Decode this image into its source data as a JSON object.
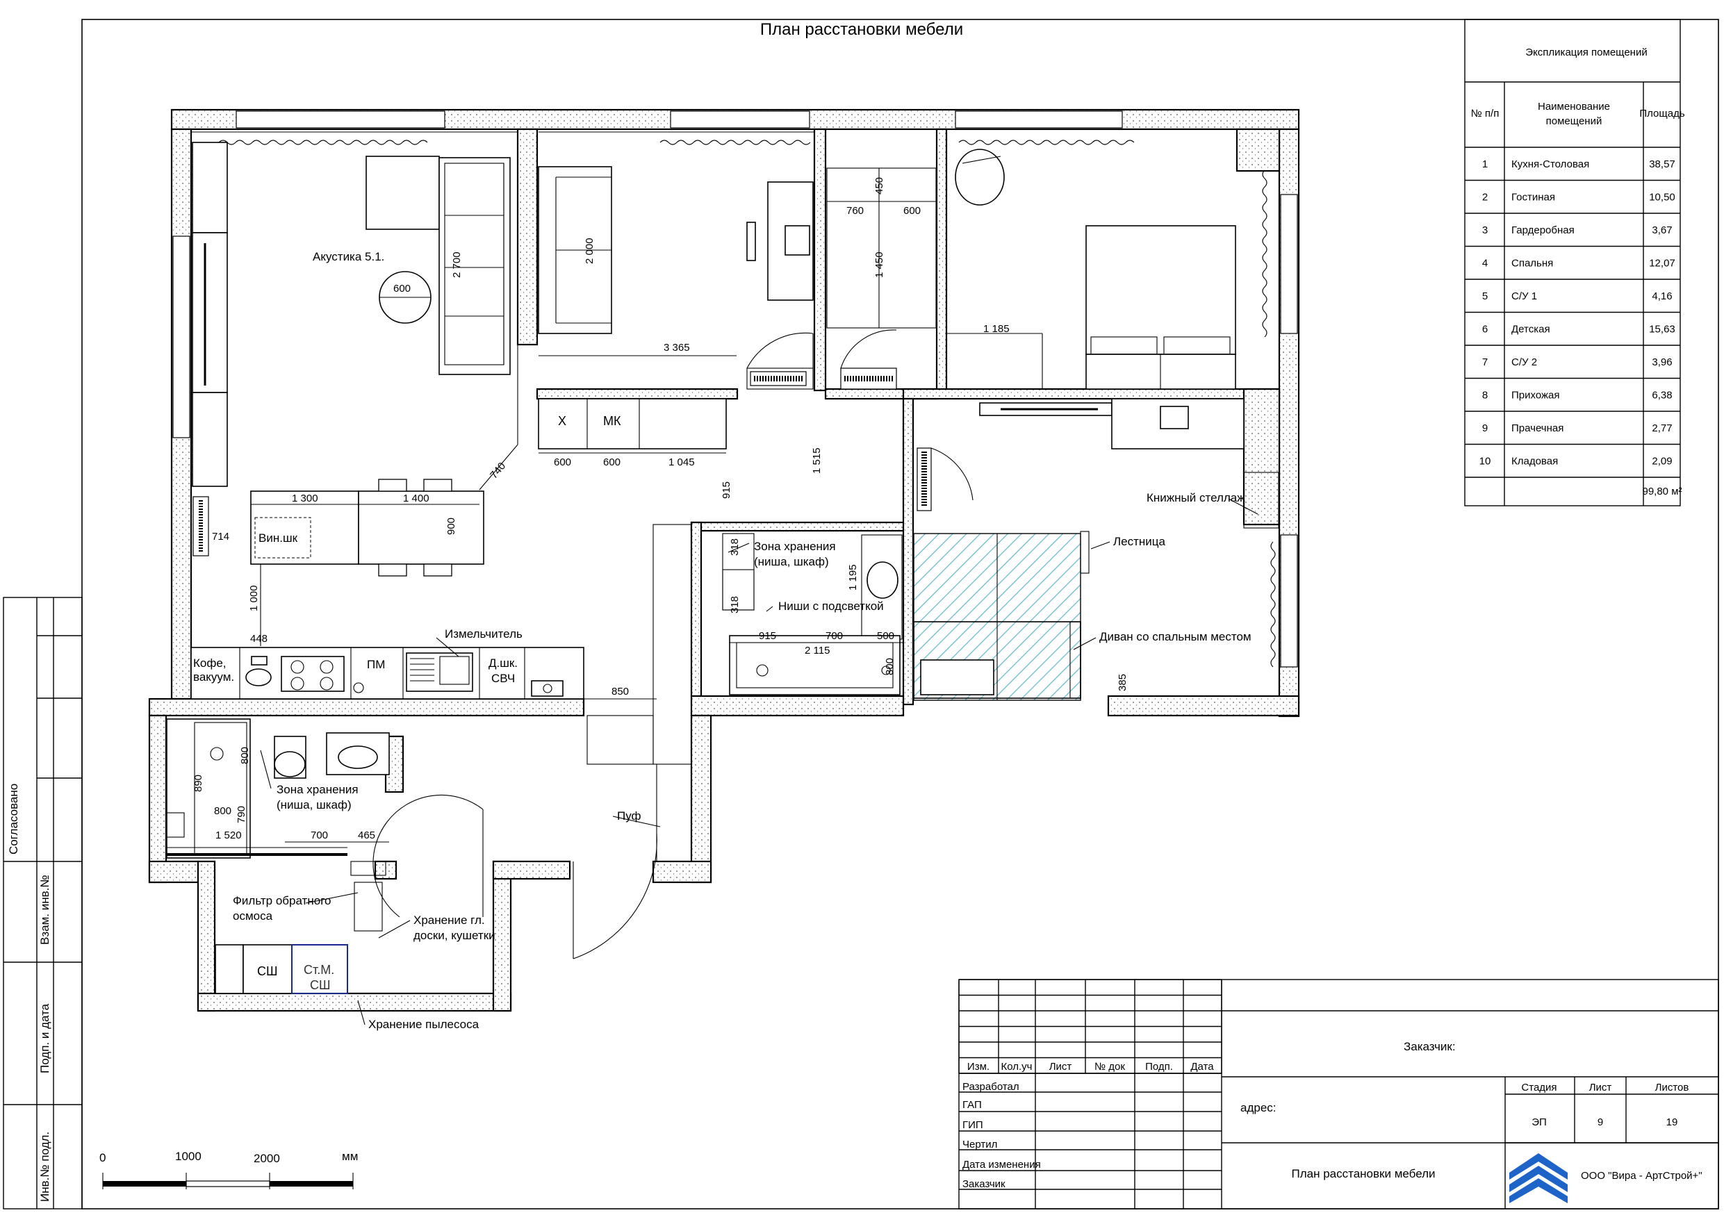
{
  "title": "План расстановки мебели",
  "explication": {
    "title": "Экспликация помещений",
    "headers": [
      "№ п/п",
      "Наименование помещений",
      "Площадь"
    ],
    "rows": [
      {
        "n": "1",
        "name": "Кухня-Столовая",
        "area": "38,57"
      },
      {
        "n": "2",
        "name": "Гостиная",
        "area": "10,50"
      },
      {
        "n": "3",
        "name": "Гардеробная",
        "area": "3,67"
      },
      {
        "n": "4",
        "name": "Спальня",
        "area": "12,07"
      },
      {
        "n": "5",
        "name": "С/У 1",
        "area": "4,16"
      },
      {
        "n": "6",
        "name": "Детская",
        "area": "15,63"
      },
      {
        "n": "7",
        "name": "С/У 2",
        "area": "3,96"
      },
      {
        "n": "8",
        "name": "Прихожая",
        "area": "6,38"
      },
      {
        "n": "9",
        "name": "Прачечная",
        "area": "2,77"
      },
      {
        "n": "10",
        "name": "Кладовая",
        "area": "2,09"
      }
    ],
    "total": "99,80 м²"
  },
  "labels": {
    "acoustics": "Акустика 5.1.",
    "wine": "Вин.шк",
    "coffee": "Кофе, вакуум.",
    "pm": "ПМ",
    "grinder": "Измельчитель",
    "oven": "Д.шк. СВЧ",
    "x": "Х",
    "mk": "МК",
    "storage1": "Зона хранения (ниша, шкаф)",
    "niches": "Ниши с подсветкой",
    "bookshelf": "Книжный стеллаж",
    "ladder": "Лестница",
    "sofa_bed": "Диван со спальным местом",
    "storage2": "Зона хранения (ниша, шкаф)",
    "pouf": "Пуф",
    "filter": "Фильтр обратного осмоса",
    "iron": "Хранение гл. доски, кушетки",
    "sh": "СШ",
    "washer": "Ст.М. СШ",
    "vacuum": "Хранение пылесоса"
  },
  "dimensions": {
    "d600": "600",
    "d2700": "2 700",
    "d2000": "2 000",
    "d3365": "3 365",
    "d450": "450",
    "d760": "760",
    "d600b": "600",
    "d1450": "1 450",
    "d1185": "1 185",
    "d600c": "600",
    "d600d": "600",
    "d1045": "1 045",
    "d740": "740",
    "d1300": "1 300",
    "d1400": "1 400",
    "d900": "900",
    "d714": "714",
    "d1000": "1 000",
    "d448": "448",
    "d850": "850",
    "d915": "915",
    "d1515": "1 515",
    "d318a": "318",
    "d318b": "318",
    "d1195": "1 195",
    "d915b": "915",
    "d700": "700",
    "d500": "500",
    "d2115": "2 115",
    "d800": "800",
    "d385": "385",
    "d890": "890",
    "d800b": "800",
    "d800c": "800",
    "d790": "790",
    "d1520": "1 520",
    "d700b": "700",
    "d465": "465"
  },
  "scale": {
    "s0": "0",
    "s1000": "1000",
    "s2000": "2000",
    "unit": "мм"
  },
  "side_stamp": [
    "Согласовано",
    "Взам. инв.№",
    "Подп. и дата",
    "Инв.№ подл."
  ],
  "title_block": {
    "cols": [
      "Изм.",
      "Кол.уч",
      "Лист",
      "№ док",
      "Подп.",
      "Дата"
    ],
    "roles": [
      "Разработал",
      "ГАП",
      "ГИП",
      "Чертил",
      "Дата изменения",
      "Заказчик"
    ],
    "customer": "Заказчик:",
    "address": "адрес:",
    "stage_h": "Стадия",
    "sheet_h": "Лист",
    "sheets_h": "Листов",
    "stage": "ЭП",
    "sheet": "9",
    "sheets": "19",
    "drawing": "План расстановки мебели",
    "company": "ООО \"Вира - АртСтрой+\""
  }
}
